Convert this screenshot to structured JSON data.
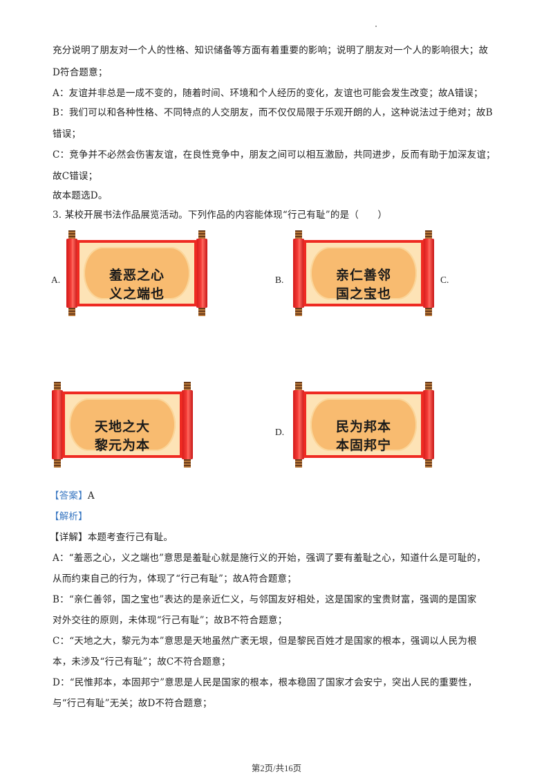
{
  "prev_explanation": {
    "lines": [
      "充分说明了朋友对一个人的性格、知识储备等方面有着重要的影响；说明了朋友对一个人的影响很大；故",
      "D符合题意；",
      "A：友谊并非总是一成不变的，随着时间、环境和个人经历的变化，友谊也可能会发生改变；故A错误；",
      "B：我们可以和各种性格、不同特点的人交朋友，而不仅仅局限于乐观开朗的人，这种说法过于绝对；故B",
      "错误；",
      "C：竞争并不必然会伤害友谊，在良性竞争中，朋友之间可以相互激励，共同进步，反而有助于加深友谊；",
      "故C错误；",
      "故本题选D。"
    ]
  },
  "question": {
    "number": "3.",
    "text": "某校开展书法作品展览活动。下列作品的内容能体现“行己有耻”的是（　　）",
    "options": [
      {
        "label": "A.",
        "line1": "羞恶之心",
        "line2": "义之端也"
      },
      {
        "label": "B.",
        "line1": "亲仁善邻",
        "line2": "国之宝也"
      },
      {
        "label": "C.",
        "line1": "天地之大",
        "line2": "黎元为本"
      },
      {
        "label": "D.",
        "line1": "民为邦本",
        "line2": "本固邦宁"
      }
    ]
  },
  "answer": {
    "tag": "【答案】",
    "value": "A"
  },
  "analysis": {
    "tag": "【解析】"
  },
  "detail": {
    "tag": "【详解】",
    "intro": "本题考查行己有耻。",
    "lines": [
      "A：“羞恶之心，义之端也”意思是羞耻心就是施行义的开始，强调了要有羞耻之心，知道什么是可耻的，",
      "从而约束自己的行为，体现了“行己有耻”；故A符合题意；",
      "B：“亲仁善邻，国之宝也”表达的是亲近仁义，与邻国友好相处，这是国家的宝贵财富，强调的是国家",
      "对外交往的原则，未体现“行己有耻”；故B不符合题意；",
      "C：“天地之大，黎元为本”意思是天地虽然广袤无垠，但是黎民百姓才是国家的根本，强调以人民为根",
      "本，未涉及“行己有耻”；故C不符合题意；",
      "D：“民惟邦本，本固邦宁”意思是人民是国家的根本，根本稳固了国家才会安宁，突出人民的重要性，",
      "与“行己有耻”无关；故D不符合题意；"
    ]
  },
  "footer": {
    "page_info": "第2页/共16页"
  }
}
